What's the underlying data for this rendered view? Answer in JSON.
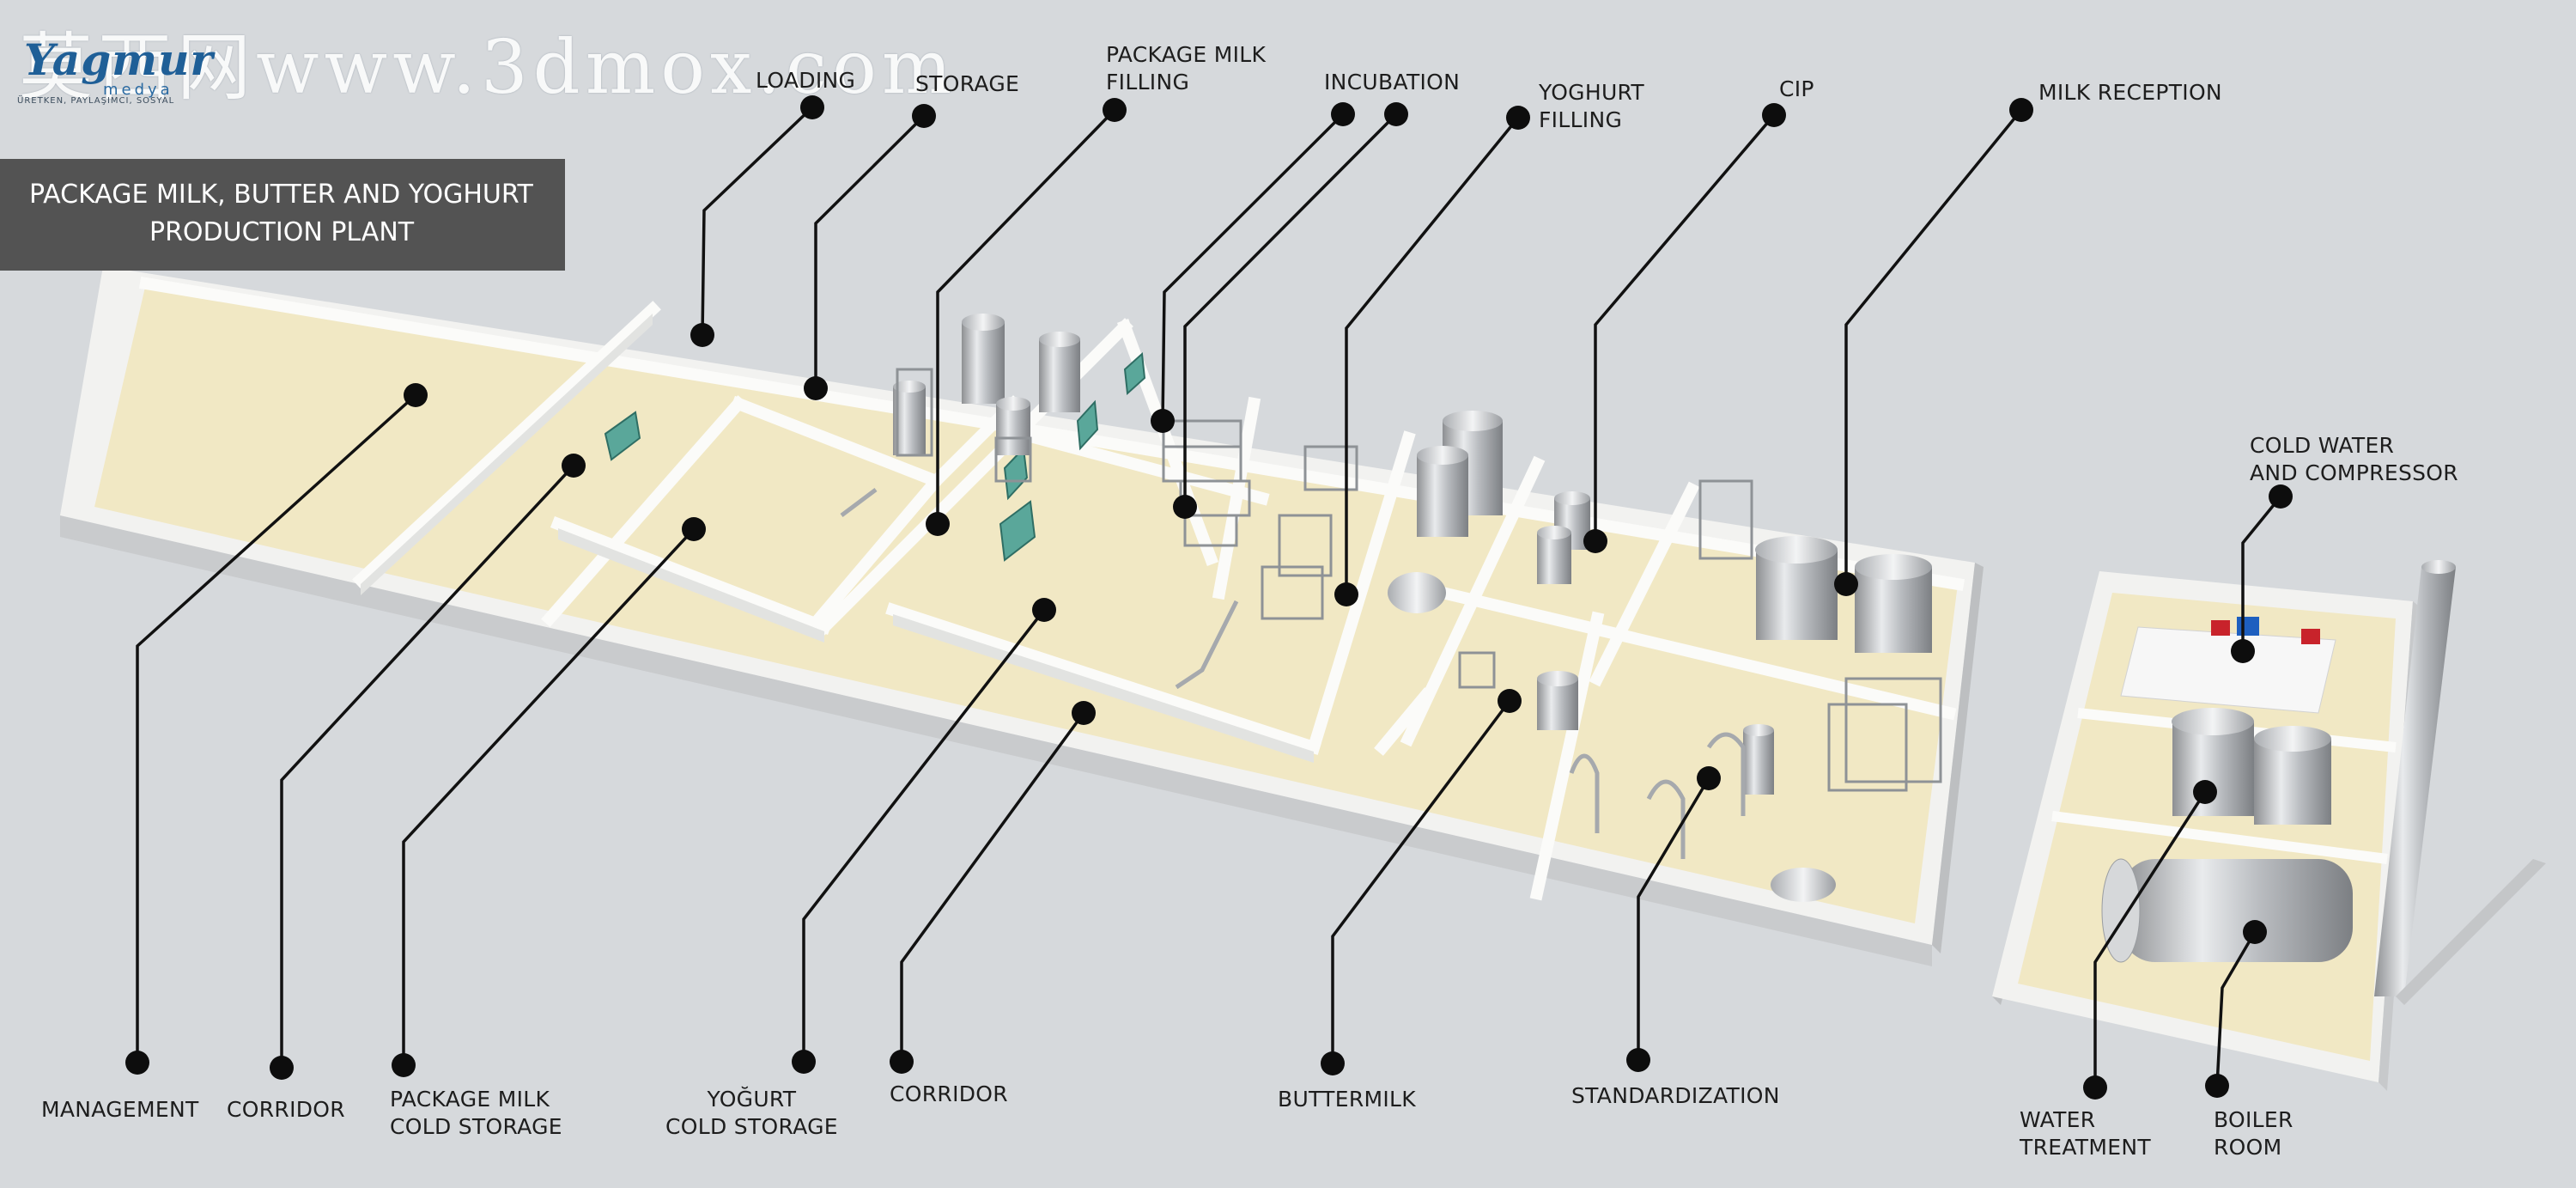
{
  "watermark": "莫西网www.3dmox.com",
  "brand": {
    "name": "Yagmur",
    "sub": "medya",
    "tagline": "ÜRETKEN, PAYLAŞIMCI, SOSYAL"
  },
  "title": {
    "line1": "PACKAGE MILK, BUTTER AND YOGHURT",
    "line2": "PRODUCTION PLANT"
  },
  "labels": {
    "loading": "LOADING",
    "storage": "STORAGE",
    "package_milk_filling": "PACKAGE MILK\nFILLING",
    "incubation": "INCUBATION",
    "yoghurt_filling": "YOGHURT\nFILLING",
    "cip": "CIP",
    "milk_reception": "MILK RECEPTION",
    "cold_water": "COLD WATER\nAND COMPRESSOR",
    "management": "MANAGEMENT",
    "corridor_1": "CORRIDOR",
    "package_milk_cold_storage": "PACKAGE MILK\nCOLD STORAGE",
    "yogurt_cold_storage": "YOĞURT\nCOLD STORAGE",
    "corridor_2": "CORRIDOR",
    "buttermilk": "BUTTERMILK",
    "standardization": "STANDARDIZATION",
    "water_treatment": "WATER\nTREATMENT",
    "boiler_room": "BOILER\nROOM"
  },
  "colors": {
    "background": "#d6d9dc",
    "floor": "#f2e9c6",
    "wall": "#f4f4f2",
    "line": "#111111",
    "title_bg": "#535353"
  }
}
